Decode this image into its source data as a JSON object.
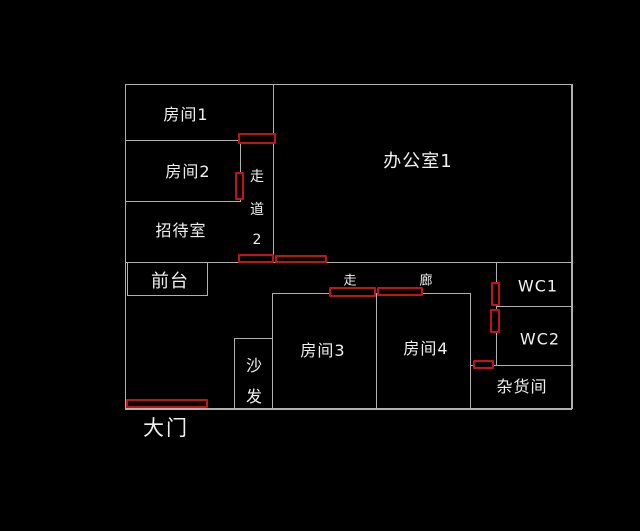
{
  "fp": {
    "title_hint": "floor-plan-diagram",
    "colors": {
      "background": "#000000",
      "wall": "#b0b0b0",
      "door": "#c31414",
      "text": "#f0f0f0"
    },
    "labels": {
      "room1": "房间1",
      "room2": "房间2",
      "reception": "招待室",
      "front_desk": "前台",
      "office1": "办公室1",
      "corridor2_char1": "走",
      "corridor2_char2": "道",
      "corridor2_char3": "2",
      "corridor_left": "走",
      "corridor_right": "廊",
      "wc1": "WC1",
      "wc2": "WC2",
      "storage": "杂货间",
      "room3": "房间3",
      "room4": "房间4",
      "sofa_char1": "沙",
      "sofa_char2": "发",
      "main_gate": "大门"
    }
  }
}
